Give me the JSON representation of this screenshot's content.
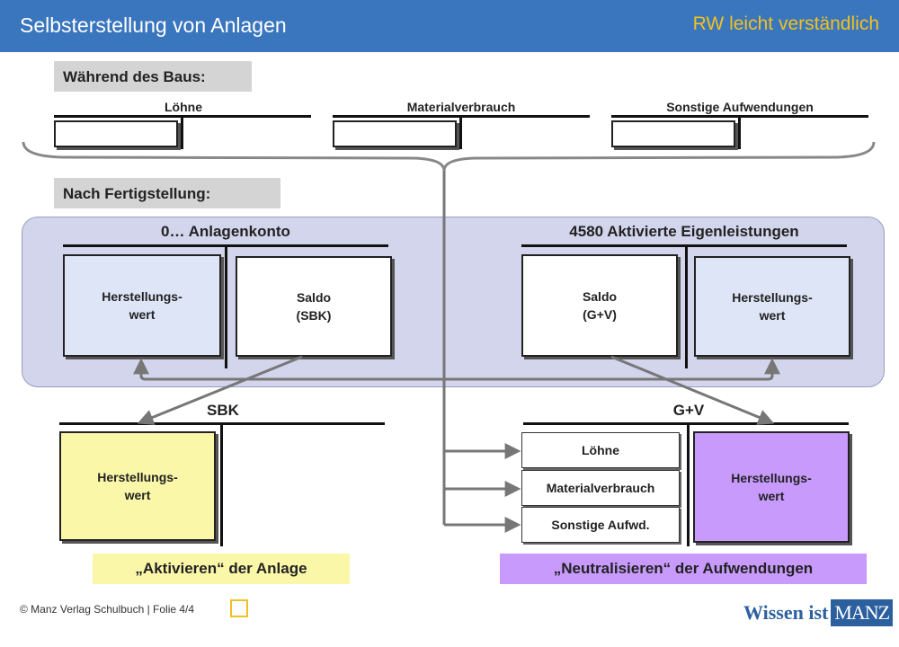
{
  "header": {
    "title": "Selbsterstellung von Anlagen",
    "brand": "RW leicht verständlich"
  },
  "during_construction": {
    "label": "Während des Baus:",
    "accounts": [
      {
        "name": "Löhne"
      },
      {
        "name": "Materialverbrauch"
      },
      {
        "name": "Sonstige Aufwendungen"
      }
    ]
  },
  "after_completion": {
    "label": "Nach Fertigstellung:",
    "asset_account": {
      "title": "0… Anlagenkonto",
      "debit_line1": "Herstellungs-",
      "debit_line2": "wert",
      "credit_line1": "Saldo",
      "credit_line2": "(SBK)"
    },
    "own_work_account": {
      "title": "4580 Aktivierte Eigenleistungen",
      "debit_line1": "Saldo",
      "debit_line2": "(G+V)",
      "credit_line1": "Herstellungs-",
      "credit_line2": "wert"
    }
  },
  "sbk": {
    "title": "SBK",
    "debit_line1": "Herstellungs-",
    "debit_line2": "wert"
  },
  "guv": {
    "title": "G+V",
    "debit_items": [
      "Löhne",
      "Materialverbrauch",
      "Sonstige Aufwd."
    ],
    "credit_line1": "Herstellungs-",
    "credit_line2": "wert"
  },
  "captions": {
    "left": "„Aktivieren“ der Anlage",
    "right": "„Neutralisieren“ der Aufwendungen"
  },
  "footer": {
    "copyright": "© Manz Verlag Schulbuch | Folie 4/4",
    "logo_word": "Wissen ist",
    "logo_box": "MANZ"
  },
  "colors": {
    "header": "#3a76bd",
    "brand": "#f2c11f",
    "panel": "#d3d5ec",
    "light_blue": "#dde5f7",
    "yellow": "#fbf7a9",
    "purple": "#c79afc",
    "arrow": "#777777"
  }
}
